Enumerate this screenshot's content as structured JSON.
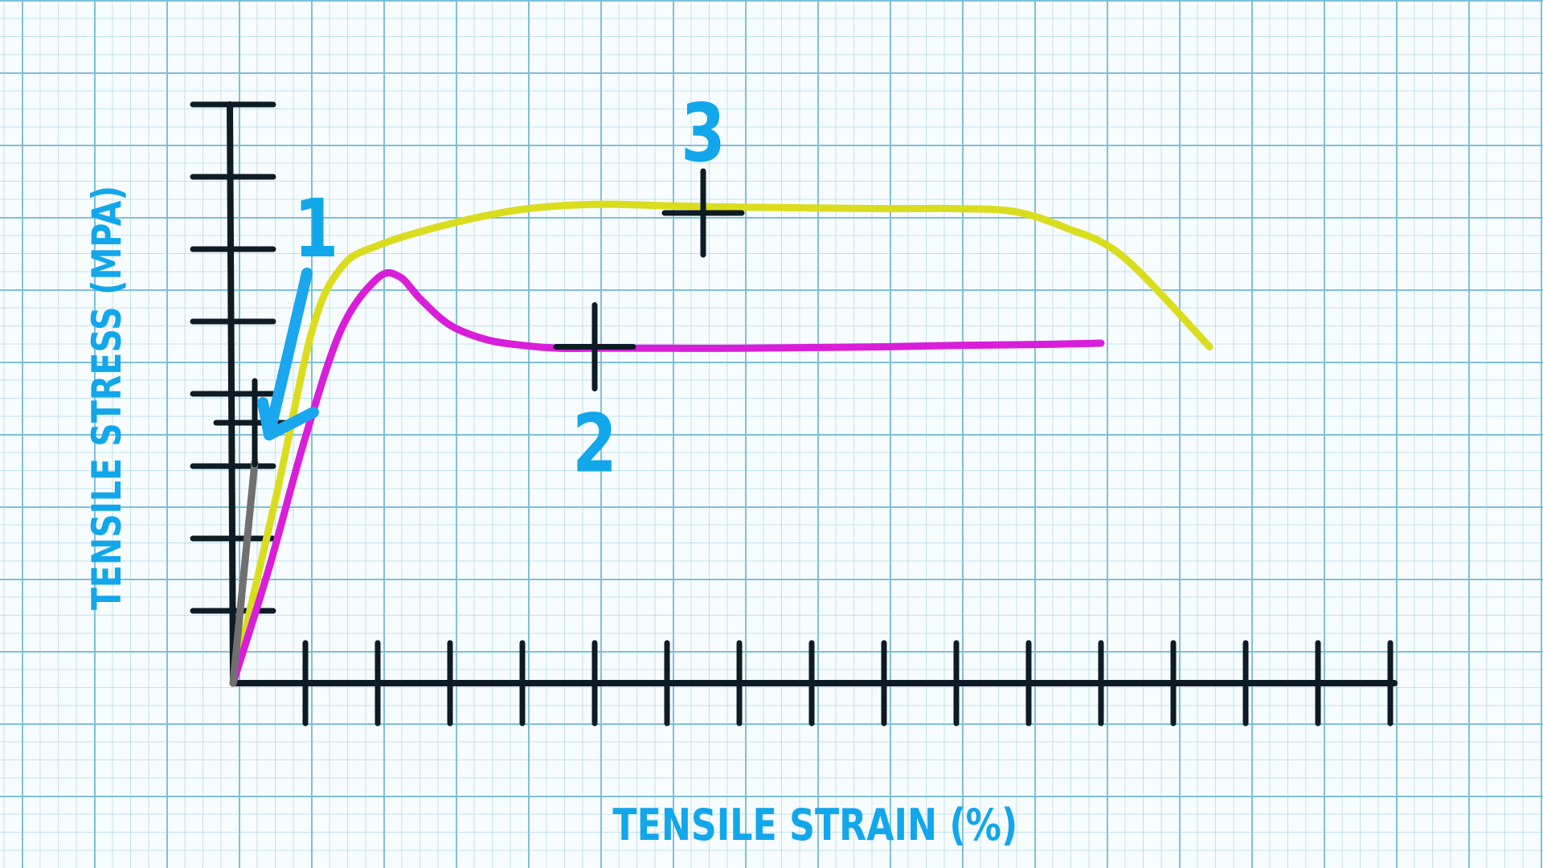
{
  "chart_data": {
    "type": "line",
    "title": "",
    "xlabel": "TENSILE STRAIN (%)",
    "ylabel": "TENSILE STRESS (MPA)",
    "x_tick_count": 16,
    "y_tick_count": 8,
    "xlim": [
      0,
      16
    ],
    "ylim": [
      0,
      8
    ],
    "grid": true,
    "series": [
      {
        "color": "#dadd1e",
        "x": [
          0,
          0.6,
          1.1,
          1.5,
          2,
          3,
          4,
          5,
          6,
          7,
          8,
          9,
          10,
          10.8,
          11.5,
          12.3,
          13.5
        ],
        "y": [
          0,
          2.6,
          4.9,
          5.75,
          6.05,
          6.35,
          6.55,
          6.62,
          6.6,
          6.58,
          6.57,
          6.56,
          6.56,
          6.52,
          6.3,
          5.9,
          4.65
        ]
      },
      {
        "color": "#d91ed9",
        "x": [
          0,
          0.5,
          1,
          1.5,
          2,
          2.3,
          2.6,
          3,
          3.5,
          4,
          4.5,
          5,
          6,
          7,
          8,
          9,
          10,
          11,
          12
        ],
        "y": [
          0,
          1.6,
          3.4,
          4.9,
          5.6,
          5.62,
          5.3,
          4.95,
          4.75,
          4.67,
          4.63,
          4.63,
          4.63,
          4.63,
          4.64,
          4.65,
          4.67,
          4.68,
          4.7
        ]
      },
      {
        "color": "#707070",
        "x": [
          0,
          0.3
        ],
        "y": [
          0,
          3.05
        ]
      }
    ],
    "markers": [
      {
        "label": "1",
        "x": 0.3,
        "y": 3.6
      },
      {
        "label": "2",
        "x": 5,
        "y": 4.65
      },
      {
        "label": "3",
        "x": 6.5,
        "y": 6.5
      }
    ]
  }
}
